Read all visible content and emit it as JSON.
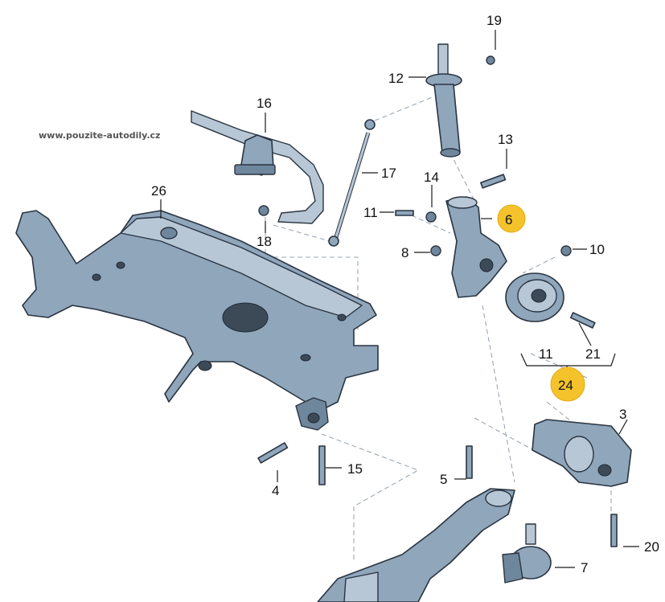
{
  "watermark": "www.pouzite-autodily.cz",
  "labels": {
    "l1": "3",
    "l2": "4",
    "l3": "5",
    "l4": "6",
    "l5": "7",
    "l6": "8",
    "l7": "10",
    "l8": "11",
    "l9": "11",
    "l10": "12",
    "l11": "13",
    "l12": "14",
    "l13": "15",
    "l14": "16",
    "l15": "17",
    "l16": "18",
    "l17": "19",
    "l18": "20",
    "l19": "21",
    "l20": "24",
    "l21": "26"
  },
  "colors": {
    "part": "#8fa6bb",
    "outline": "#2a3441",
    "highlight_marker": "#f4c32c"
  }
}
